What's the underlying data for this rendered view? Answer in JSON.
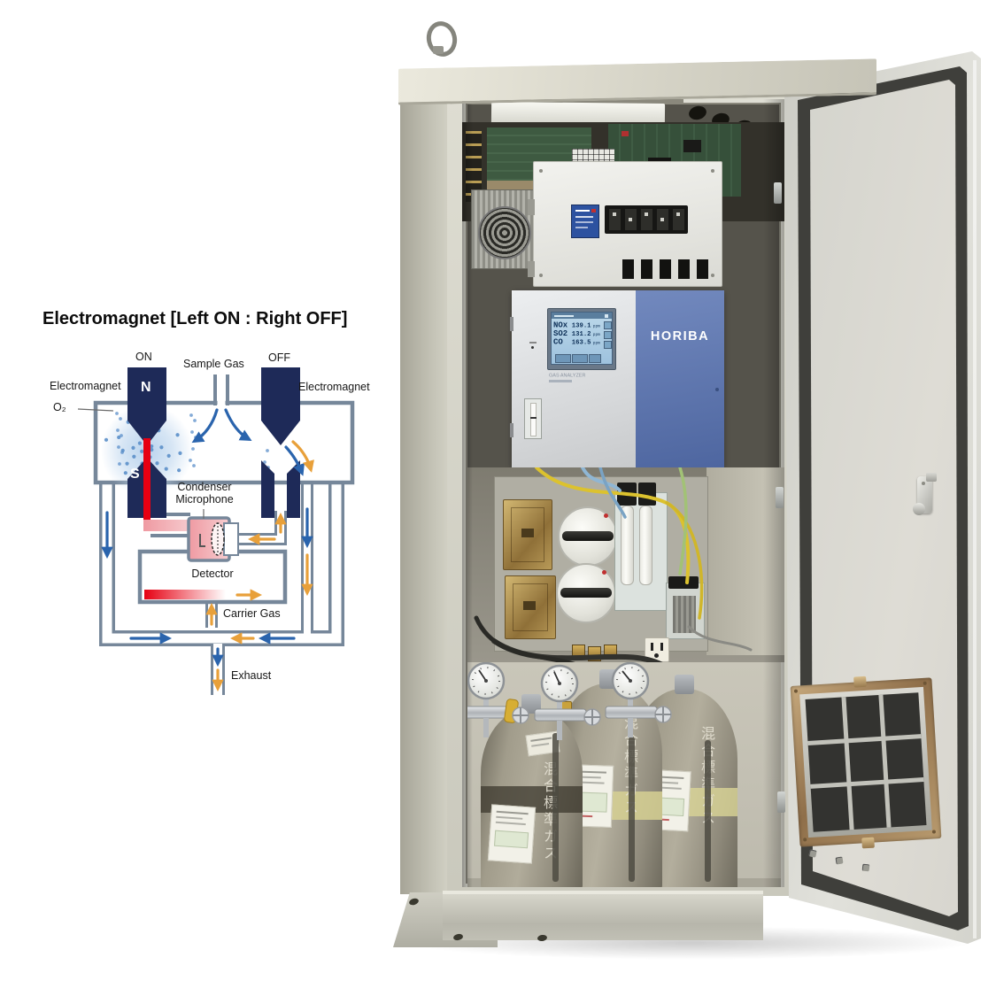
{
  "diagram": {
    "title": "Electromagnet [Left ON : Right OFF]",
    "labels": {
      "on": "ON",
      "off": "OFF",
      "sample_gas": "Sample Gas",
      "electromagnet_left": "Electromagnet",
      "electromagnet_right": "Electromagnet",
      "o2": "O₂",
      "n_pole": "N",
      "s_pole": "S",
      "condenser_microphone": "Condenser\nMicrophone",
      "detector": "Detector",
      "carrier_gas": "Carrier Gas",
      "exhaust": "Exhaust"
    },
    "colors": {
      "magnet_navy": "#1e2a58",
      "pipe_gray": "#76879a",
      "field_red": "#e60012",
      "flow_blue": "#2a64ad",
      "flow_orange": "#e8a03a",
      "o2_dot": "#5b8fc9",
      "o2_cloud": "#c9ddf1"
    }
  },
  "photo": {
    "analyzer": {
      "brand": "HORIBA",
      "caption": "GAS ANALYZER",
      "panel_blue": "#5f7cb8",
      "lcd": {
        "rows": [
          {
            "label": "NOx",
            "value": "139.1",
            "unit": "ppm"
          },
          {
            "label": "SO2",
            "value": "131.2",
            "unit": "ppm"
          },
          {
            "label": "CO",
            "value": "163.5",
            "unit": "ppm"
          }
        ]
      }
    },
    "cylinders": {
      "side_text": "混合標準ガス"
    }
  }
}
